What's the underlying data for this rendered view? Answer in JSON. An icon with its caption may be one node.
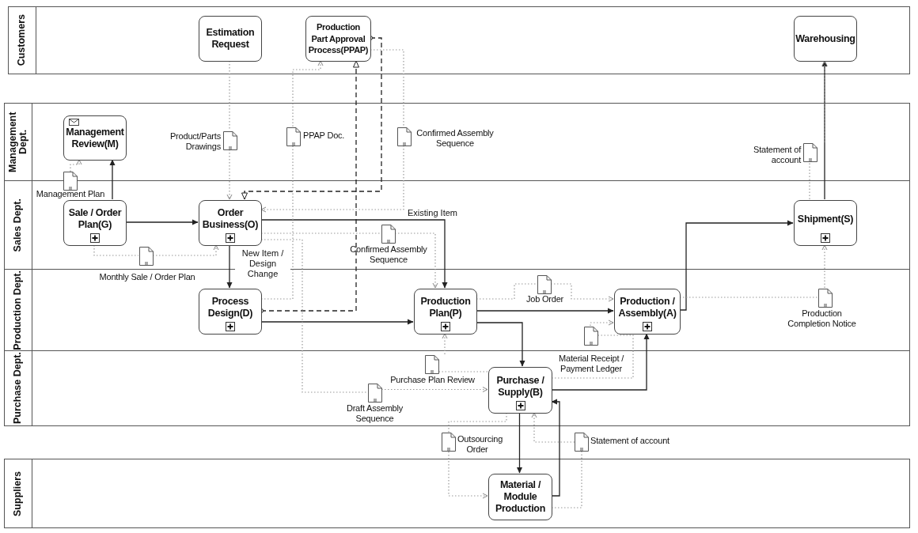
{
  "diagram": {
    "nodes": [
      {
        "text": [
          "Customers"
        ]
      },
      {
        "text": [
          "Estimation Request"
        ],
        "in": 0
      },
      {
        "text": [
          "Production Part Approval Process(PPAP)"
        ],
        "in": 0
      },
      {
        "text": [
          "Warehousing"
        ],
        "in": 0
      },
      {
        "text": [
          "Management Dept."
        ]
      },
      {
        "text": [
          "Sales Dept."
        ]
      },
      {
        "text": [
          "Production Dept."
        ]
      },
      {
        "text": [
          "Purchase Dept."
        ]
      },
      {
        "text": [
          "Suppliers"
        ]
      },
      {
        "text": [
          "Management Review(M)"
        ],
        "in": 4
      },
      {
        "text": [
          "Sale / Order Plan(G)"
        ],
        "in": 5
      },
      {
        "text": [
          "Order Business(O)"
        ],
        "in": 5
      },
      {
        "text": [
          "Shipment(S)"
        ],
        "in": 5
      },
      {
        "text": [
          "Process Design(D)"
        ],
        "in": 6
      },
      {
        "text": [
          "Production Plan(P)"
        ],
        "in": 6
      },
      {
        "text": [
          "Production / Assembly(A)"
        ],
        "in": 6
      },
      {
        "text": [
          "Purchase / Supply(B)"
        ],
        "in": 7
      },
      {
        "text": [
          "Material / Module Production"
        ],
        "in": 8
      },
      {
        "text": [
          "Management Plan"
        ]
      },
      {
        "text": [
          "Product/Parts Drawings"
        ],
        "in": 4
      },
      {
        "text": [
          "PPAP Doc."
        ],
        "in": 4
      },
      {
        "text": [
          "Confirmed Assembly Sequence"
        ],
        "in": 4
      },
      {
        "text": [
          "Statement of account"
        ],
        "in": 4
      },
      {
        "text": [
          "Monthly Sale / Order Plan"
        ],
        "in": 5
      },
      {
        "text": [
          "Confirmed Assembly Sequence"
        ],
        "in": 5
      },
      {
        "text": [
          "Job Order"
        ],
        "in": 6
      },
      {
        "text": [
          "Production Completion Notice"
        ],
        "in": 6
      },
      {
        "text": [
          "Material Receipt / Payment Ledger"
        ],
        "in": 6
      },
      {
        "text": [
          "Purchase Plan Review"
        ],
        "in": 7
      },
      {
        "text": [
          "Draft Assembly Sequence"
        ],
        "in": 7
      },
      {
        "text": [
          "Outsourcing Order"
        ]
      },
      {
        "text": [
          "Statement of account"
        ]
      }
    ],
    "edges": [
      {
        "from": 10,
        "to": 9,
        "arrow": "to",
        "color": "#222222"
      },
      {
        "from": 10,
        "to": 11,
        "arrow": "to",
        "color": "#222222"
      },
      {
        "from": 11,
        "to": 14,
        "arrow": "to",
        "label": "Existing Item",
        "color": "#222222"
      },
      {
        "from": 11,
        "to": 13,
        "arrow": "to",
        "label": "New Item / Design Change",
        "color": "#222222"
      },
      {
        "from": 13,
        "to": 14,
        "arrow": "to",
        "color": "#222222"
      },
      {
        "from": 14,
        "to": 15,
        "arrow": "to",
        "color": "#222222"
      },
      {
        "from": 14,
        "to": 16,
        "arrow": "to",
        "color": "#222222"
      },
      {
        "from": 16,
        "to": 15,
        "arrow": "to",
        "color": "#222222"
      },
      {
        "from": 16,
        "to": 17,
        "arrow": "to",
        "color": "#222222"
      },
      {
        "from": 17,
        "to": 16,
        "arrow": "to",
        "color": "#222222"
      },
      {
        "from": 15,
        "to": 12,
        "arrow": "to",
        "color": "#222222"
      },
      {
        "from": 12,
        "to": 3,
        "arrow": "to",
        "color": "#222222"
      },
      {
        "from": 2,
        "to": 11,
        "arrow": "to",
        "style": "dashed",
        "color": "#222222"
      },
      {
        "from": 13,
        "to": 2,
        "arrow": "to",
        "style": "dashed",
        "color": "#222222"
      },
      {
        "from": 18,
        "to": 9,
        "arrow": "to",
        "style": "dashed"
      },
      {
        "from": 1,
        "to": 19,
        "arrow": "none",
        "style": "dashed"
      },
      {
        "from": 19,
        "to": 11,
        "arrow": "to",
        "style": "dashed"
      },
      {
        "from": 13,
        "to": 20,
        "arrow": "none",
        "style": "dashed"
      },
      {
        "from": 20,
        "to": 2,
        "arrow": "to",
        "style": "dashed"
      },
      {
        "from": 2,
        "to": 21,
        "arrow": "none",
        "style": "dashed"
      },
      {
        "from": 21,
        "to": 11,
        "arrow": "to",
        "style": "dashed"
      },
      {
        "from": 11,
        "to": 24,
        "arrow": "none",
        "style": "dashed"
      },
      {
        "from": 24,
        "to": 14,
        "arrow": "to",
        "style": "dashed"
      },
      {
        "from": 10,
        "to": 23,
        "arrow": "none",
        "style": "dashed"
      },
      {
        "from": 23,
        "to": 11,
        "arrow": "to",
        "style": "dashed"
      },
      {
        "from": 14,
        "to": 25,
        "arrow": "none",
        "style": "dashed"
      },
      {
        "from": 25,
        "to": 15,
        "arrow": "to",
        "style": "dashed"
      },
      {
        "from": 15,
        "to": 26,
        "arrow": "none",
        "style": "dashed"
      },
      {
        "from": 26,
        "to": 12,
        "arrow": "to",
        "style": "dashed"
      },
      {
        "from": 12,
        "to": 22,
        "arrow": "none",
        "style": "dashed"
      },
      {
        "from": 22,
        "to": 3,
        "arrow": "to",
        "style": "dashed"
      },
      {
        "from": 16,
        "to": 27,
        "arrow": "none",
        "style": "dashed"
      },
      {
        "from": 27,
        "to": 15,
        "arrow": "to",
        "style": "dashed"
      },
      {
        "from": 16,
        "to": 28,
        "arrow": "none",
        "style": "dashed"
      },
      {
        "from": 28,
        "to": 14,
        "arrow": "to",
        "style": "dashed"
      },
      {
        "from": 11,
        "to": 29,
        "arrow": "none",
        "style": "dashed"
      },
      {
        "from": 29,
        "to": 16,
        "arrow": "to",
        "style": "dashed"
      },
      {
        "from": 16,
        "to": 30,
        "arrow": "none",
        "style": "dashed"
      },
      {
        "from": 30,
        "to": 17,
        "arrow": "to",
        "style": "dashed"
      },
      {
        "from": 17,
        "to": 31,
        "arrow": "none",
        "style": "dashed"
      },
      {
        "from": 31,
        "to": 16,
        "arrow": "to",
        "style": "dashed"
      }
    ]
  }
}
